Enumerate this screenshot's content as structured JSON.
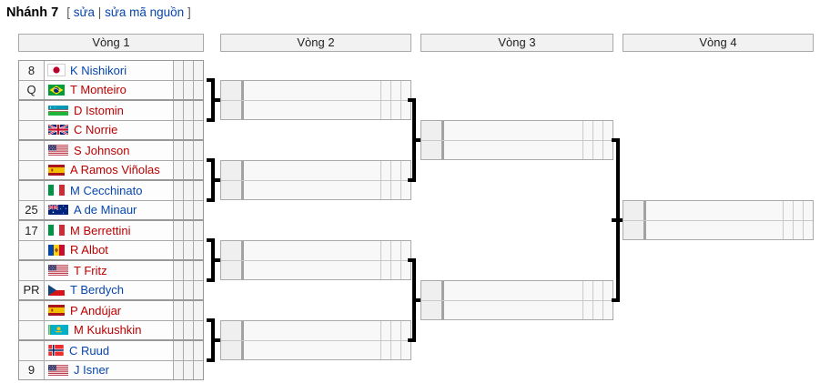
{
  "title": "Nhánh 7",
  "edit": {
    "bracket_open": "[",
    "edit_label": "sửa",
    "separator": "|",
    "edit_source_label": "sửa mã nguồn",
    "bracket_close": "]"
  },
  "rounds": [
    {
      "label": "Vòng 1"
    },
    {
      "label": "Vòng 2"
    },
    {
      "label": "Vòng 3"
    },
    {
      "label": "Vòng 4"
    }
  ],
  "colors": {
    "link_blue": "#0645ad",
    "link_red": "#ba0000",
    "connector": "#000000",
    "header_bg": "#f2f2f2",
    "border_gray": "#aaaaaa",
    "empty_box_bg": "#f8f8f8"
  },
  "bracket": {
    "score_cells_per_row": 3,
    "round1_matches": [
      {
        "players": [
          {
            "seed": "8",
            "country": "Japan",
            "flag": "jp",
            "name": "K Nishikori",
            "link": "blue"
          },
          {
            "seed": "Q",
            "country": "Brazil",
            "flag": "br",
            "name": "T Monteiro",
            "link": "red"
          }
        ]
      },
      {
        "players": [
          {
            "seed": "",
            "country": "Uzbekistan",
            "flag": "uz",
            "name": "D Istomin",
            "link": "red"
          },
          {
            "seed": "",
            "country": "United Kingdom",
            "flag": "gb",
            "name": "C Norrie",
            "link": "red"
          }
        ]
      },
      {
        "players": [
          {
            "seed": "",
            "country": "United States",
            "flag": "us",
            "name": "S Johnson",
            "link": "red"
          },
          {
            "seed": "",
            "country": "Spain",
            "flag": "es",
            "name": "A Ramos Viñolas",
            "link": "red"
          }
        ]
      },
      {
        "players": [
          {
            "seed": "",
            "country": "Italy",
            "flag": "it",
            "name": "M Cecchinato",
            "link": "blue"
          },
          {
            "seed": "25",
            "country": "Australia",
            "flag": "au",
            "name": "A de Minaur",
            "link": "blue"
          }
        ]
      },
      {
        "players": [
          {
            "seed": "17",
            "country": "Italy",
            "flag": "it",
            "name": "M Berrettini",
            "link": "red"
          },
          {
            "seed": "",
            "country": "Moldova",
            "flag": "md",
            "name": "R Albot",
            "link": "red"
          }
        ]
      },
      {
        "players": [
          {
            "seed": "",
            "country": "United States",
            "flag": "us",
            "name": "T Fritz",
            "link": "red"
          },
          {
            "seed": "PR",
            "country": "Czech Republic",
            "flag": "cz",
            "name": "T Berdych",
            "link": "blue"
          }
        ]
      },
      {
        "players": [
          {
            "seed": "",
            "country": "Spain",
            "flag": "es",
            "name": "P Andújar",
            "link": "red"
          },
          {
            "seed": "",
            "country": "Kazakhstan",
            "flag": "kz",
            "name": "M Kukushkin",
            "link": "red"
          }
        ]
      },
      {
        "players": [
          {
            "seed": "",
            "country": "Norway",
            "flag": "no",
            "name": "C Ruud",
            "link": "blue"
          },
          {
            "seed": "9",
            "country": "United States",
            "flag": "us",
            "name": "J Isner",
            "link": "blue"
          }
        ]
      }
    ],
    "round2_empty_matches": 4,
    "round3_empty_matches": 2,
    "round4_empty_matches": 1
  }
}
